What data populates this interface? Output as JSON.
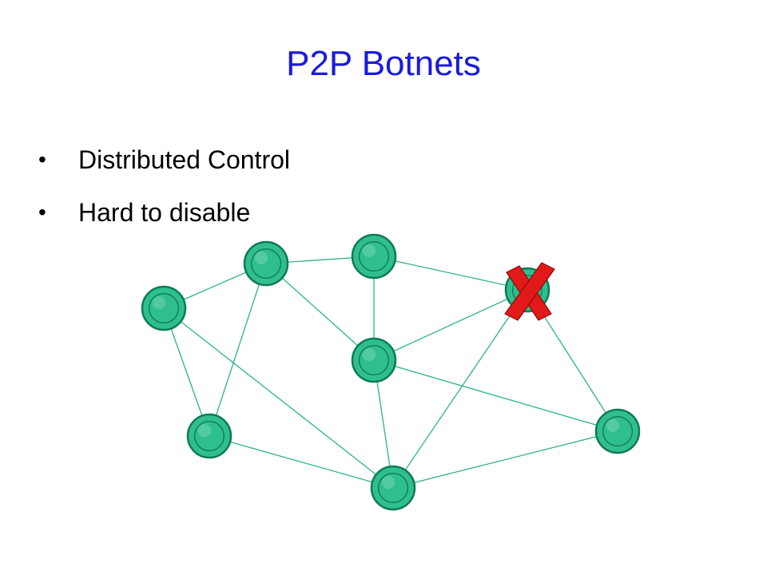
{
  "slide": {
    "title": "P2P Botnets",
    "bullets": [
      {
        "marker": "•",
        "text": "Distributed Control"
      },
      {
        "marker": "•",
        "text": "Hard to disable"
      }
    ]
  },
  "diagram": {
    "node_color": "#2fbf8f",
    "node_edge_color": "#0f7a57",
    "link_color": "#2bb38a",
    "disabled_marker_color": "#e11919",
    "nodes": [
      {
        "id": "n1"
      },
      {
        "id": "n2"
      },
      {
        "id": "n3"
      },
      {
        "id": "n4"
      },
      {
        "id": "n5"
      },
      {
        "id": "n6"
      },
      {
        "id": "n7"
      },
      {
        "id": "n8",
        "disabled": true
      },
      {
        "id": "n9"
      }
    ],
    "links": [
      [
        "n1",
        "n2"
      ],
      [
        "n1",
        "n6"
      ],
      [
        "n1",
        "n7"
      ],
      [
        "n2",
        "n3"
      ],
      [
        "n2",
        "n4"
      ],
      [
        "n2",
        "n6"
      ],
      [
        "n3",
        "n4"
      ],
      [
        "n3",
        "n8"
      ],
      [
        "n4",
        "n8"
      ],
      [
        "n4",
        "n9"
      ],
      [
        "n4",
        "n7"
      ],
      [
        "n6",
        "n7"
      ],
      [
        "n7",
        "n8"
      ],
      [
        "n7",
        "n9"
      ],
      [
        "n8",
        "n9"
      ]
    ]
  }
}
